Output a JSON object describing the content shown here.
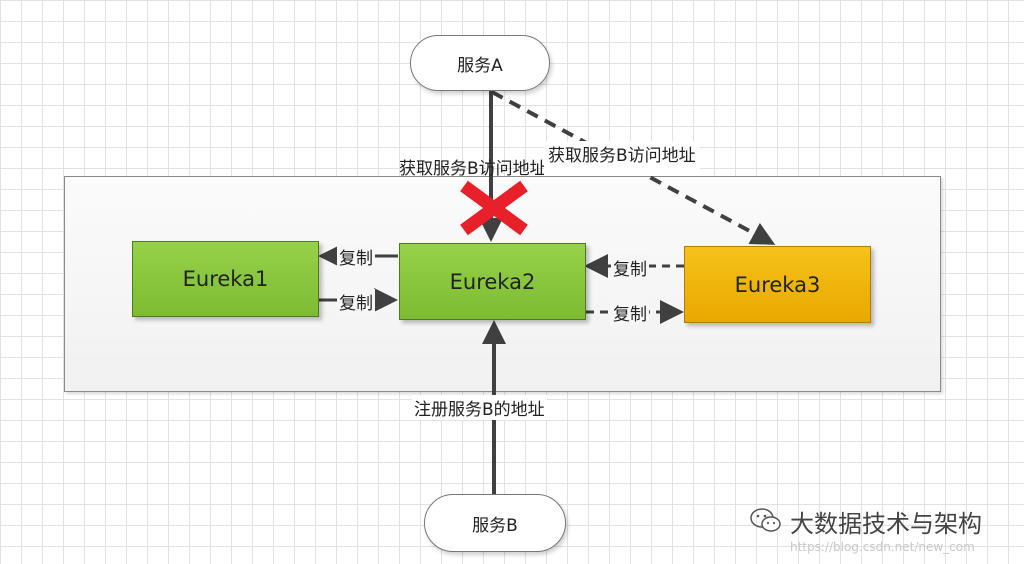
{
  "nodes": {
    "service_a": "服务A",
    "service_b": "服务B",
    "eureka1": "Eureka1",
    "eureka2": "Eureka2",
    "eureka3": "Eureka3"
  },
  "labels": {
    "get_addr_blocked": "获取服务B访问地址",
    "get_addr": "获取服务B访问地址",
    "replicate_1": "复制",
    "replicate_2": "复制",
    "replicate_3": "复制",
    "replicate_4": "复制",
    "register": "注册服务B的地址"
  },
  "watermark": {
    "title": "大数据技术与架构",
    "url": "https://blog.csdn.net/new_com"
  },
  "colors": {
    "eureka_green": "#8dc63f",
    "eureka3_yellow": "#f2b705",
    "blocked_x": "#e8202a",
    "arrow": "#404040"
  }
}
